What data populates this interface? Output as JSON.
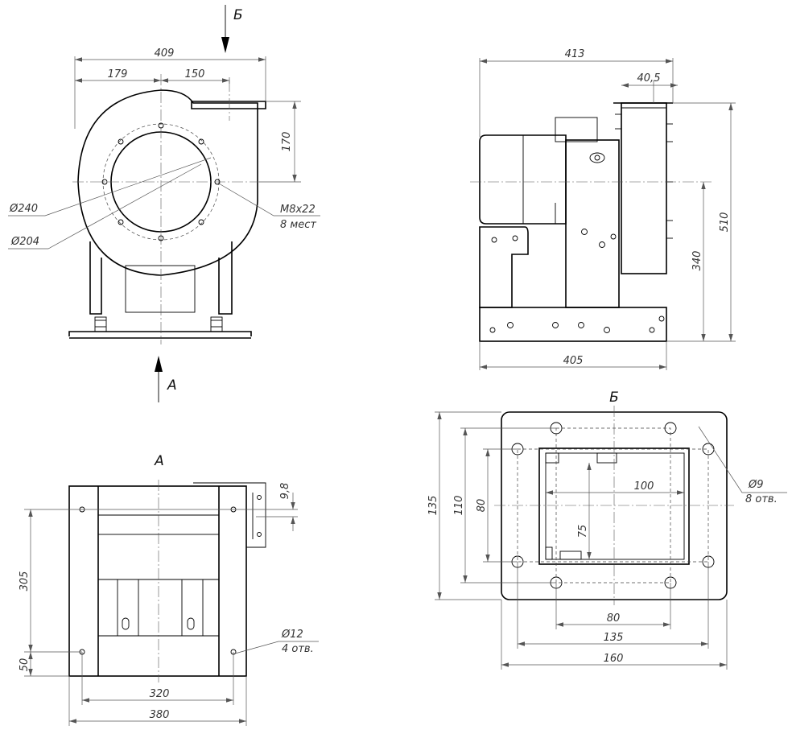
{
  "views": {
    "front": {
      "dims": {
        "overall_width": "409",
        "left_to_axis": "179",
        "axis_to_outlet": "150",
        "outlet_height": "170"
      },
      "callouts": {
        "outer_circle": "Ø240",
        "inner_circle": "Ø204",
        "bolts_size": "M8x22",
        "bolts_count": "8 мест"
      }
    },
    "side": {
      "dims": {
        "top_width": "413",
        "flange": "40,5",
        "total_height": "510",
        "axis_height": "340",
        "base_width": "405"
      }
    },
    "view_a": {
      "title": "А",
      "dims": {
        "hole_offset": "9,8",
        "vertical_spacing": "305",
        "bottom_offset": "50",
        "hole_spacing": "320",
        "base_width": "380"
      },
      "callouts": {
        "holes_size": "Ø12",
        "holes_count": "4 отв."
      }
    },
    "view_b": {
      "title": "Б",
      "dims": {
        "outer_height": "135",
        "bolt_height": "110",
        "inner_height": "80",
        "opening_width": "100",
        "opening_height": "75",
        "inner_width": "80",
        "bolt_width": "135",
        "outer_width": "160"
      },
      "callouts": {
        "holes_size": "Ø9",
        "holes_count": "8 отв."
      }
    }
  },
  "arrows": {
    "top": "Б",
    "bottom": "А"
  }
}
